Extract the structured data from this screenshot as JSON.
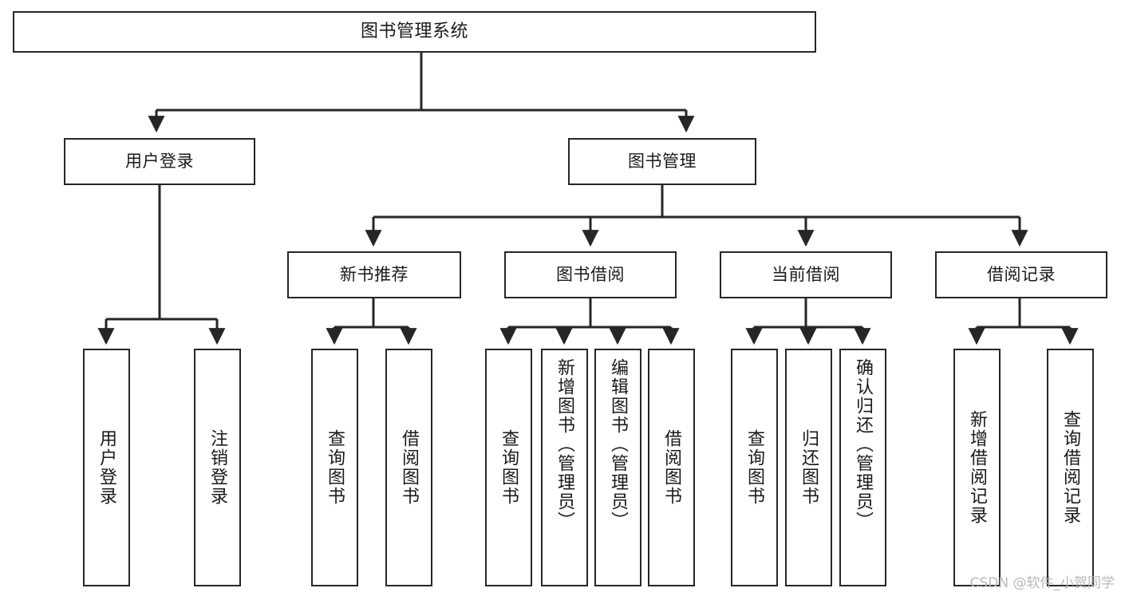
{
  "diagram": {
    "type": "tree",
    "title": "图书管理系统",
    "watermark": "CSDN @软件_小贺同学",
    "colors": {
      "box_border": "#262626",
      "box_fill": "#ffffff",
      "edge": "#262626",
      "text": "#1a1a1a",
      "watermark": "#b9b9b9",
      "background": "#ffffff"
    },
    "nodes": {
      "root": {
        "label": "图书管理系统"
      },
      "level1": [
        {
          "id": "user-login",
          "label": "用户登录"
        },
        {
          "id": "book-manage",
          "label": "图书管理"
        }
      ],
      "level2": [
        {
          "id": "new-book-recommend",
          "label": "新书推荐"
        },
        {
          "id": "book-borrow",
          "label": "图书借阅"
        },
        {
          "id": "current-borrow",
          "label": "当前借阅"
        },
        {
          "id": "borrow-record",
          "label": "借阅记录"
        }
      ],
      "leaves": {
        "user-login": [
          {
            "id": "leaf-user-login",
            "label": "用户登录"
          },
          {
            "id": "leaf-logout",
            "label": "注销登录"
          }
        ],
        "new-book-recommend": [
          {
            "id": "leaf-query-book-1",
            "label": "查询图书"
          },
          {
            "id": "leaf-borrow-book-1",
            "label": "借阅图书"
          }
        ],
        "book-borrow": [
          {
            "id": "leaf-query-book-2",
            "label": "查询图书"
          },
          {
            "id": "leaf-add-book",
            "label": "新增图书（管理员）"
          },
          {
            "id": "leaf-edit-book",
            "label": "编辑图书（管理员）"
          },
          {
            "id": "leaf-borrow-book-2",
            "label": "借阅图书"
          }
        ],
        "current-borrow": [
          {
            "id": "leaf-query-book-3",
            "label": "查询图书"
          },
          {
            "id": "leaf-return-book",
            "label": "归还图书"
          },
          {
            "id": "leaf-confirm-return",
            "label": "确认归还（管理员）"
          }
        ],
        "borrow-record": [
          {
            "id": "leaf-add-record",
            "label": "新增借阅记录"
          },
          {
            "id": "leaf-query-record",
            "label": "查询借阅记录"
          }
        ]
      }
    }
  }
}
